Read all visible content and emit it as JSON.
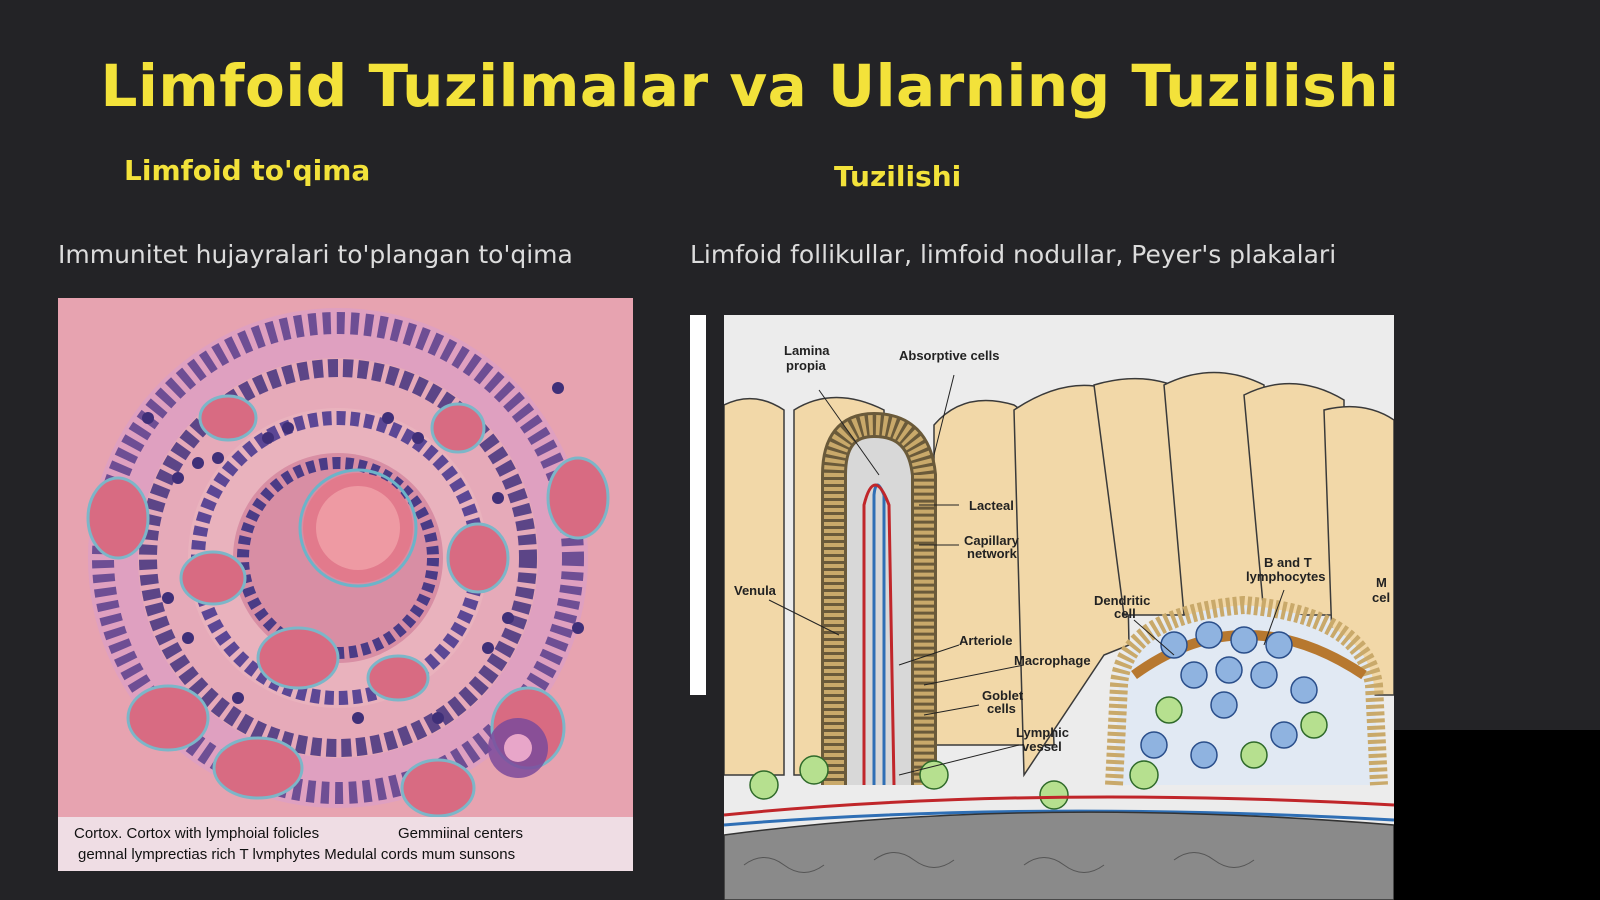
{
  "slide": {
    "title": "Limfoid Tuzilmalar va Ularning Tuzilishi",
    "left": {
      "heading": "Limfoid to'qima",
      "description": "Immunitet hujayralari to'plangan to'qima",
      "image_caption": {
        "line1a": "Cortox. Cortox with lymphoial folicles",
        "line1b": "Gemmiinal centers",
        "line2": "gemnal lymprectias rich  T lvmphytes  Medulal cords mum sunsons"
      }
    },
    "right": {
      "heading": "Tuzilishi",
      "description": "Limfoid follikullar, limfoid nodullar, Peyer's plakalari",
      "diagram_labels": {
        "lamina_propia_1": "Lamina",
        "lamina_propia_2": "propia",
        "absorptive": "Absorptive cells",
        "lacteal": "Lacteal",
        "capillary_1": "Capillary",
        "capillary_2": "network",
        "venula": "Venula",
        "dendritic_1": "Dendritic",
        "dendritic_2": "cell",
        "bt_1": "B and T",
        "bt_2": "lymphocytes",
        "m_1": "M",
        "m_2": "cel",
        "arteriole": "Arteriole",
        "macrophage": "Macrophage",
        "goblet_1": "Goblet",
        "goblet_2": "cells",
        "lymphic_1": "Lymphic",
        "lymphic_2": "vessel"
      }
    }
  },
  "colors": {
    "background": "#232326",
    "accent": "#f3e23a",
    "text": "#dcdcdc"
  }
}
